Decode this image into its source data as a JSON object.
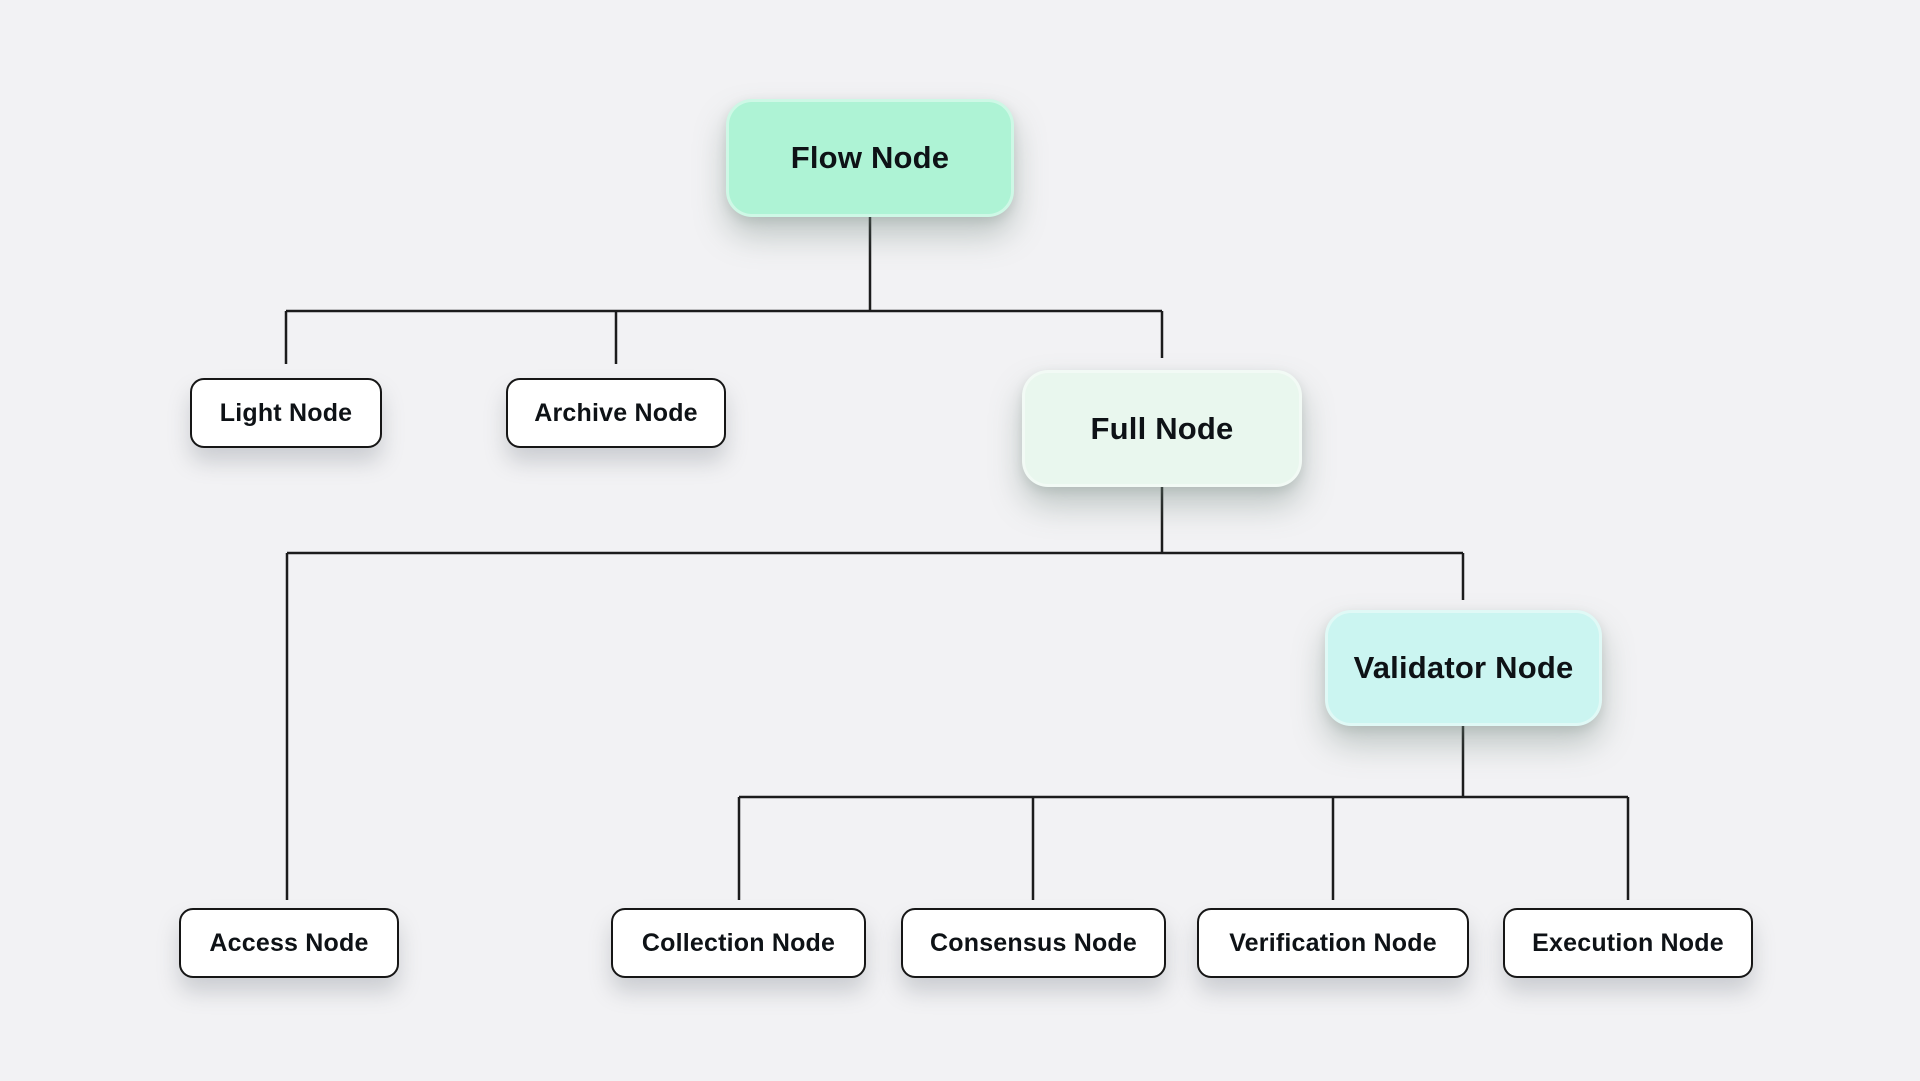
{
  "page": {
    "background": "#f2f2f4",
    "connector_color": "#1c1c1c",
    "text_color": "#0e1216"
  },
  "diagram": {
    "nodes": [
      {
        "id": "flow",
        "label": "Flow Node",
        "kind": "primary",
        "fill": "#aef3d5"
      },
      {
        "id": "light",
        "label": "Light Node",
        "kind": "plain",
        "fill": "#ffffff"
      },
      {
        "id": "archive",
        "label": "Archive Node",
        "kind": "plain",
        "fill": "#ffffff"
      },
      {
        "id": "full",
        "label": "Full Node",
        "kind": "primary",
        "fill": "#e9f7ee"
      },
      {
        "id": "access",
        "label": "Access Node",
        "kind": "plain",
        "fill": "#ffffff"
      },
      {
        "id": "validator",
        "label": "Validator Node",
        "kind": "primary",
        "fill": "#cbf5f1"
      },
      {
        "id": "collection",
        "label": "Collection Node",
        "kind": "plain",
        "fill": "#ffffff"
      },
      {
        "id": "consensus",
        "label": "Consensus Node",
        "kind": "plain",
        "fill": "#ffffff"
      },
      {
        "id": "verification",
        "label": "Verification Node",
        "kind": "plain",
        "fill": "#ffffff"
      },
      {
        "id": "execution",
        "label": "Execution Node",
        "kind": "plain",
        "fill": "#ffffff"
      }
    ],
    "edges": [
      {
        "from": "Flow Node",
        "to": "Light Node"
      },
      {
        "from": "Flow Node",
        "to": "Archive Node"
      },
      {
        "from": "Flow Node",
        "to": "Full Node"
      },
      {
        "from": "Full Node",
        "to": "Access Node"
      },
      {
        "from": "Full Node",
        "to": "Validator Node"
      },
      {
        "from": "Validator Node",
        "to": "Collection Node"
      },
      {
        "from": "Validator Node",
        "to": "Consensus Node"
      },
      {
        "from": "Validator Node",
        "to": "Verification Node"
      },
      {
        "from": "Validator Node",
        "to": "Execution Node"
      }
    ]
  }
}
